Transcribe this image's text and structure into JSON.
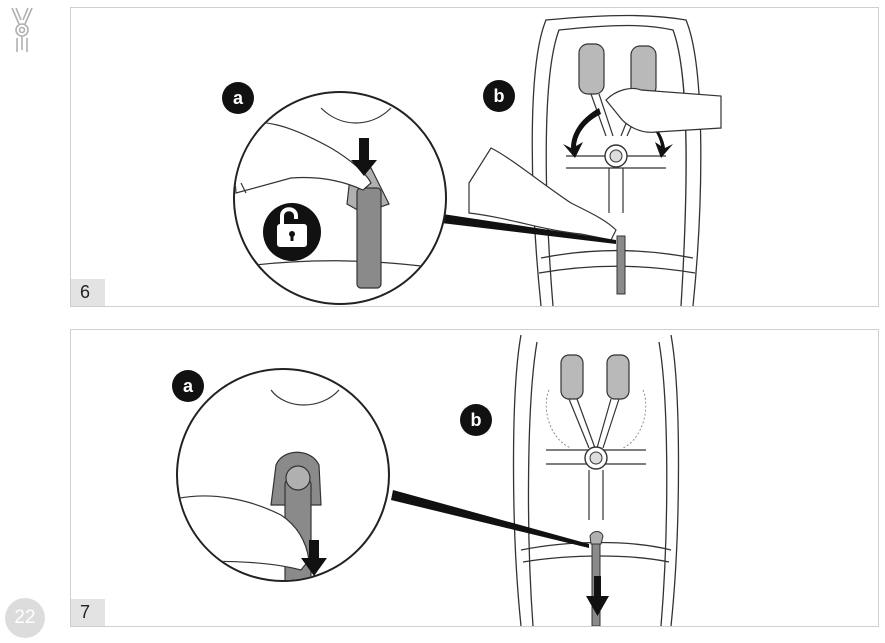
{
  "page_number": "22",
  "steps": [
    {
      "number": "6",
      "callout_a": "a",
      "callout_b": "b"
    },
    {
      "number": "7",
      "callout_a": "a",
      "callout_b": "b"
    }
  ],
  "icons": {
    "corner": "stroller-harness-icon",
    "unlock": "unlocked-padlock-icon",
    "press": "down-arrow-icon",
    "pull": "down-arrow-icon",
    "open_straps": "curved-arrow-icon"
  },
  "colors": {
    "strap": "#8a8a8a",
    "pad": "#b9b9b9",
    "badge": "#dcdcdc",
    "step_bg": "#e3e3e3"
  }
}
